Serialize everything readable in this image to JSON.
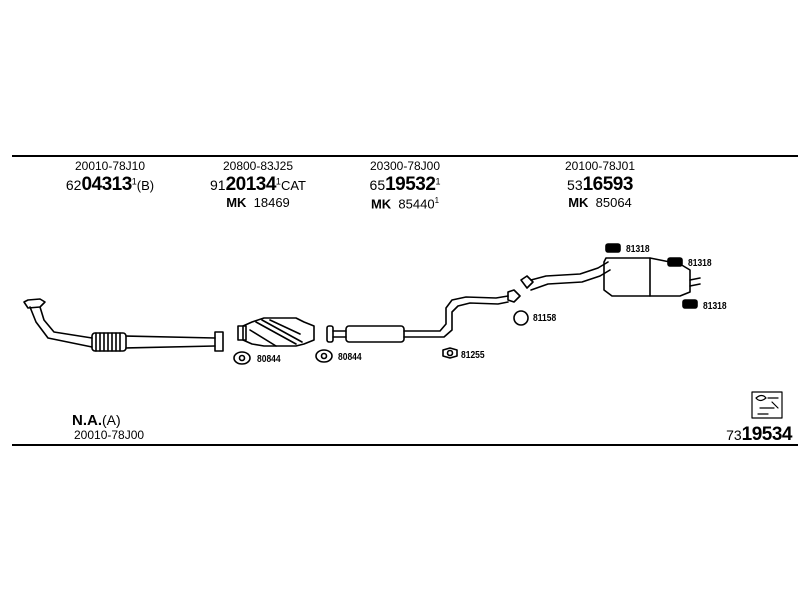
{
  "parts": [
    {
      "oem": "20010-78J10",
      "prefix": "62",
      "number": "04313",
      "sup": "1",
      "suffix": "(B)",
      "mk_label": "",
      "mk_number": ""
    },
    {
      "oem": "20800-83J25",
      "prefix": "91",
      "number": "20134",
      "sup": "1",
      "suffix": "CAT",
      "mk_label": "MK",
      "mk_number": "18469"
    },
    {
      "oem": "20300-78J00",
      "prefix": "65",
      "number": "19532",
      "sup": "1",
      "suffix": "",
      "mk_label": "MK",
      "mk_number": "85440",
      "mk_sup": "1"
    },
    {
      "oem": "20100-78J01",
      "prefix": "53",
      "number": "16593",
      "sup": "",
      "suffix": "",
      "mk_label": "MK",
      "mk_number": "85064"
    }
  ],
  "small_parts": {
    "gasket_1": "80844",
    "gasket_2": "80844",
    "gasket_3": "81255",
    "ring": "81158",
    "hanger_1": "81318",
    "hanger_2": "81318",
    "hanger_3": "81318"
  },
  "footer": {
    "na_text": "N.A.",
    "na_suffix": "(A)",
    "na_oem": "20010-78J00",
    "set_prefix": "73",
    "set_number": "19534"
  }
}
